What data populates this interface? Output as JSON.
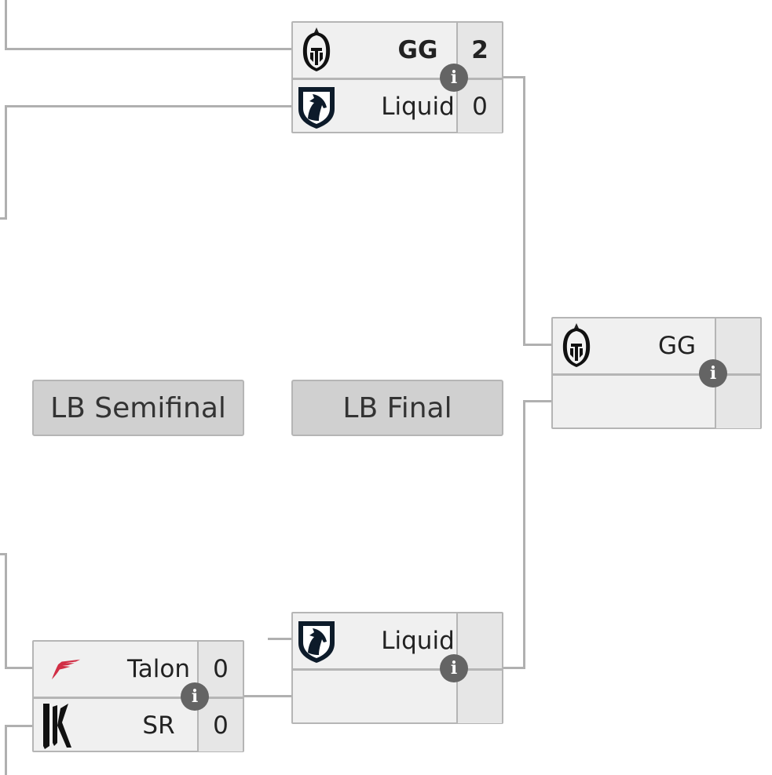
{
  "headers": {
    "lb_semifinal": "LB Semifinal",
    "lb_final": "LB Final"
  },
  "matches": {
    "upper": {
      "team1": {
        "name": "GG",
        "score": "2",
        "logo": "gg-helmet-icon"
      },
      "team2": {
        "name": "Liquid",
        "score": "0",
        "logo": "liquid-horse-icon"
      }
    },
    "grand": {
      "team1": {
        "name": "GG",
        "score": "",
        "logo": "gg-helmet-icon"
      },
      "team2": {
        "name": "",
        "score": ""
      }
    },
    "lb_final": {
      "team1": {
        "name": "Liquid",
        "score": "",
        "logo": "liquid-horse-icon"
      },
      "team2": {
        "name": "",
        "score": ""
      }
    },
    "lb_semifinal": {
      "team1": {
        "name": "Talon",
        "score": "0",
        "logo": "talon-wing-icon"
      },
      "team2": {
        "name": "SR",
        "score": "0",
        "logo": "sr-k-icon"
      }
    }
  },
  "info_label": "i",
  "colors": {
    "line": "#b0b0b0",
    "box": "#f0f0f0",
    "header": "#d0d0d0",
    "info": "#646464",
    "talon": "#d12e45"
  }
}
